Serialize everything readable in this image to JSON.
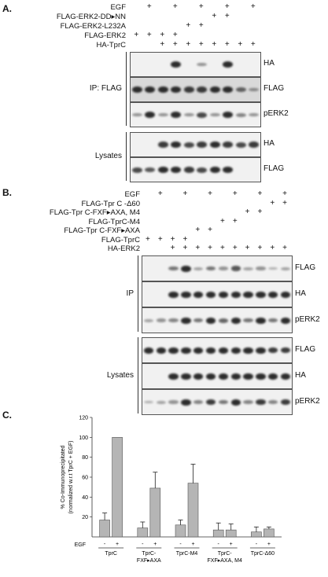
{
  "panelA": {
    "letter": "A.",
    "conditions": [
      {
        "name": "EGF",
        "marks": [
          "",
          "+",
          "",
          "+",
          "",
          "+",
          "",
          "+",
          "",
          "+"
        ]
      },
      {
        "name": "FLAG-ERK2-DD▸NN",
        "marks": [
          "",
          "",
          "",
          "",
          "",
          "",
          "+",
          "+",
          "",
          ""
        ]
      },
      {
        "name": "FLAG-ERK2-L232A",
        "marks": [
          "",
          "",
          "",
          "",
          "+",
          "+",
          "",
          "",
          "",
          ""
        ]
      },
      {
        "name": "FLAG-ERK2",
        "marks": [
          "+",
          "+",
          "+",
          "+",
          "",
          "",
          "",
          "",
          "",
          ""
        ]
      },
      {
        "name": "HA-TprC",
        "marks": [
          "",
          "",
          "+",
          "+",
          "+",
          "+",
          "+",
          "+",
          "+",
          "+"
        ]
      }
    ],
    "groups": [
      {
        "name": "IP: FLAG",
        "blots": [
          {
            "label": "HA",
            "dark": false,
            "bands": [
              0,
              0,
              0,
              1,
              0,
              0.3,
              0,
              1,
              0,
              0
            ]
          },
          {
            "label": "FLAG",
            "dark": true,
            "bands": [
              1,
              1,
              1,
              1,
              0.9,
              0.9,
              1,
              1,
              0.6,
              0.3
            ]
          },
          {
            "label": "pERK2",
            "dark": false,
            "bands": [
              0.3,
              1,
              0.3,
              1,
              0.3,
              0.8,
              0.3,
              1,
              0.4,
              0.3
            ]
          }
        ]
      },
      {
        "name": "Lysates",
        "blots": [
          {
            "label": "HA",
            "dark": false,
            "bands": [
              0,
              0,
              0.9,
              1,
              0.8,
              0.9,
              1,
              0.9,
              0.8,
              0.9
            ]
          },
          {
            "label": "FLAG",
            "dark": false,
            "bands": [
              0.8,
              0.7,
              1,
              1,
              0.9,
              0.8,
              1,
              1,
              0,
              0
            ]
          }
        ]
      }
    ]
  },
  "panelB": {
    "letter": "B.",
    "conditions": [
      {
        "name": "EGF",
        "marks": [
          "",
          "+",
          "",
          "+",
          "",
          "+",
          "",
          "+",
          "",
          "+",
          "",
          "+"
        ]
      },
      {
        "name": "FLAG-Tpr C -Δ60",
        "marks": [
          "",
          "",
          "",
          "",
          "",
          "",
          "",
          "",
          "",
          "",
          "+",
          "+"
        ]
      },
      {
        "name": "FLAG-Tpr C-FXF▸AXA, M4",
        "marks": [
          "",
          "",
          "",
          "",
          "",
          "",
          "",
          "",
          "+",
          "+",
          "",
          ""
        ]
      },
      {
        "name": "FLAG-TprC-M4",
        "marks": [
          "",
          "",
          "",
          "",
          "",
          "",
          "+",
          "+",
          "",
          "",
          "",
          ""
        ]
      },
      {
        "name": "FLAG-Tpr C-FXF▸AXA",
        "marks": [
          "",
          "",
          "",
          "",
          "+",
          "+",
          "",
          "",
          "",
          "",
          "",
          ""
        ]
      },
      {
        "name": "FLAG-TprC",
        "marks": [
          "+",
          "+",
          "+",
          "+",
          "",
          "",
          "",
          "",
          "",
          "",
          "",
          ""
        ]
      },
      {
        "name": "HA-ERK2",
        "marks": [
          "",
          "",
          "+",
          "+",
          "+",
          "+",
          "+",
          "+",
          "+",
          "+",
          "+",
          "+"
        ]
      }
    ],
    "groups": [
      {
        "name": "IP",
        "blots": [
          {
            "label": "FLAG",
            "dark": false,
            "bands": [
              0,
              0,
              0.5,
              1,
              0.2,
              0.5,
              0.3,
              0.7,
              0.2,
              0.3,
              0.1,
              0.2
            ]
          },
          {
            "label": "HA",
            "dark": false,
            "bands": [
              0,
              0,
              1,
              1,
              1,
              1,
              1,
              1,
              1,
              1,
              1,
              1
            ]
          },
          {
            "label": "pERK2",
            "dark": false,
            "bands": [
              0.2,
              0.3,
              0.4,
              1,
              0.5,
              1,
              0.6,
              1,
              0.5,
              1,
              0.5,
              1
            ]
          }
        ]
      },
      {
        "name": "Lysates",
        "blots": [
          {
            "label": "FLAG",
            "dark": false,
            "bands": [
              1,
              1,
              1,
              1,
              1,
              1,
              1,
              1,
              1,
              1,
              0.9,
              0.9
            ]
          },
          {
            "label": "HA",
            "dark": false,
            "bands": [
              0,
              0,
              1,
              1,
              1,
              1,
              1,
              1,
              1,
              1,
              1,
              1
            ]
          },
          {
            "label": "pERK2",
            "dark": false,
            "bands": [
              0.1,
              0.2,
              0.3,
              1,
              0.4,
              0.9,
              0.5,
              1,
              0.4,
              0.9,
              0.4,
              0.9
            ]
          }
        ]
      }
    ]
  },
  "panelC": {
    "letter": "C.",
    "row_label": "EGF",
    "chart_data": {
      "type": "bar",
      "ylabel": "% Co-Immunoprecipitated\n(normalized w.r.t TprC + EGF)",
      "ylim": [
        0,
        120
      ],
      "yticks": [
        20,
        40,
        60,
        80,
        100,
        120
      ],
      "egf": [
        "-",
        "+",
        "-",
        "+",
        "-",
        "+",
        "-",
        "+",
        "-",
        "+"
      ],
      "values": [
        17,
        100,
        9,
        49,
        12,
        54,
        7,
        7,
        5,
        8
      ],
      "errors": [
        7,
        0,
        6,
        16,
        5,
        19,
        7,
        6,
        5,
        2
      ],
      "groups": [
        {
          "label": "TprC",
          "line2": ""
        },
        {
          "label": "TprC-",
          "line2": "FXF▸AXA"
        },
        {
          "label": "TprC-M4",
          "line2": ""
        },
        {
          "label": "TprC-",
          "line2": "FXF▸AXA, M4"
        },
        {
          "label": "TprC-Δ60",
          "line2": ""
        }
      ],
      "bar_color": "#b5b5b5"
    }
  }
}
